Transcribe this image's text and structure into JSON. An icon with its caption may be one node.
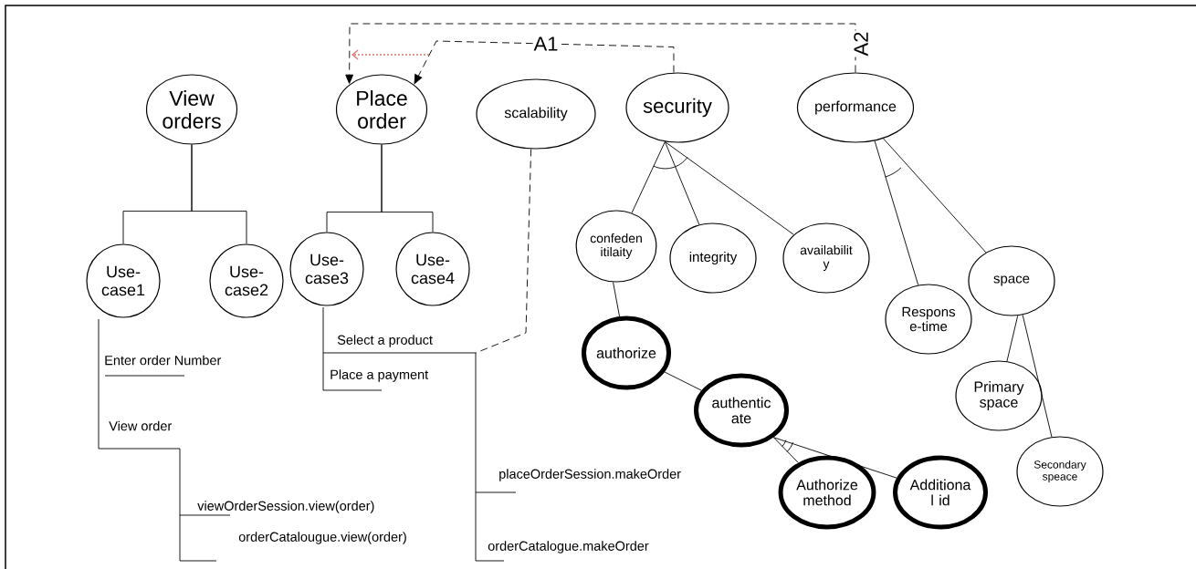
{
  "diagram": {
    "nodes": [
      {
        "text": [
          "View orders"
        ]
      },
      {
        "text": [
          "Place order"
        ]
      },
      {
        "text": [
          "scalability"
        ]
      },
      {
        "text": [
          "security"
        ]
      },
      {
        "text": [
          "performance"
        ]
      },
      {
        "text": [
          "Use- case1"
        ]
      },
      {
        "text": [
          "Use- case2"
        ]
      },
      {
        "text": [
          "Use- case3"
        ]
      },
      {
        "text": [
          "Use- case4"
        ]
      },
      {
        "text": [
          "confeden itilaity"
        ]
      },
      {
        "text": [
          "integrity"
        ]
      },
      {
        "text": [
          "availabilit y"
        ]
      },
      {
        "text": [
          "Respons e-time"
        ]
      },
      {
        "text": [
          "space"
        ]
      },
      {
        "text": [
          "authorize"
        ]
      },
      {
        "text": [
          "authentic ate"
        ]
      },
      {
        "text": [
          "Primary space"
        ]
      },
      {
        "text": [
          "Authorize method"
        ]
      },
      {
        "text": [
          "Additiona l id"
        ]
      },
      {
        "text": [
          "Secondary speace"
        ]
      }
    ],
    "edges": [
      {
        "from": 0,
        "to": 5,
        "arrow": "none"
      },
      {
        "from": 0,
        "to": 6,
        "arrow": "none"
      },
      {
        "from": 1,
        "to": 7,
        "arrow": "none"
      },
      {
        "from": 1,
        "to": 8,
        "arrow": "none"
      },
      {
        "from": 3,
        "to": 9,
        "arrow": "none"
      },
      {
        "from": 3,
        "to": 10,
        "arrow": "none"
      },
      {
        "from": 3,
        "to": 11,
        "arrow": "none"
      },
      {
        "from": 4,
        "to": 12,
        "arrow": "none"
      },
      {
        "from": 4,
        "to": 13,
        "arrow": "none"
      },
      {
        "from": 13,
        "to": 16,
        "arrow": "none"
      },
      {
        "from": 13,
        "to": 19,
        "arrow": "none"
      },
      {
        "from": 9,
        "to": 14,
        "arrow": "none"
      },
      {
        "from": 14,
        "to": 15,
        "arrow": "none"
      },
      {
        "from": 15,
        "to": 17,
        "arrow": "none"
      },
      {
        "from": 15,
        "to": 18,
        "arrow": "none"
      },
      {
        "from": 3,
        "to": 1,
        "arrow": "to",
        "label": "A1",
        "style": "dashed"
      },
      {
        "from": 4,
        "to": 1,
        "arrow": "to",
        "label": "A2",
        "style": "dashed"
      },
      {
        "from": 2,
        "to": null,
        "arrow": "none",
        "style": "dashed"
      }
    ],
    "labels": [
      "Select a product",
      "Enter order Number",
      "Place a payment",
      "View order",
      "placeOrderSession.makeOrder",
      "viewOrderSession.view(order)",
      "orderCatalougue.view(order)",
      "orderCatalogue.makeOrder"
    ]
  }
}
